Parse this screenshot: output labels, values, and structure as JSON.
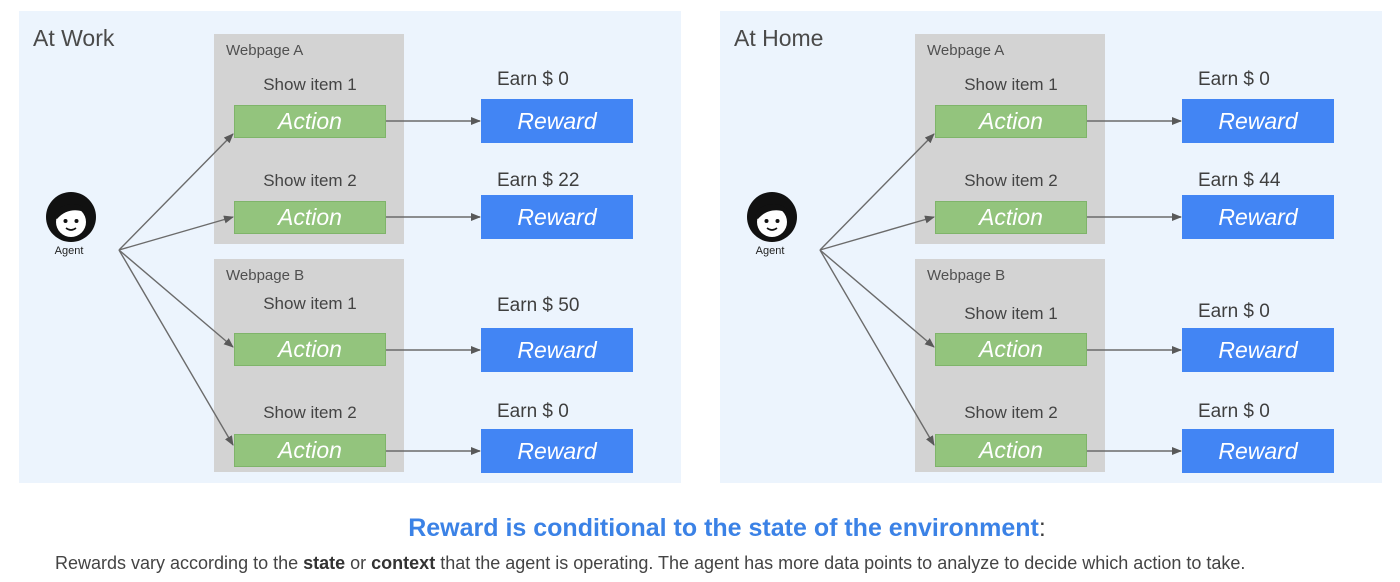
{
  "panels": [
    {
      "title": "At Work",
      "agent_label": "Agent",
      "webpages": [
        {
          "label": "Webpage A",
          "items": [
            {
              "show": "Show item 1",
              "action": "Action",
              "reward": "Reward",
              "earn": "Earn $ 0"
            },
            {
              "show": "Show item 2",
              "action": "Action",
              "reward": "Reward",
              "earn": "Earn $ 22"
            }
          ]
        },
        {
          "label": "Webpage B",
          "items": [
            {
              "show": "Show item 1",
              "action": "Action",
              "reward": "Reward",
              "earn": "Earn $ 50"
            },
            {
              "show": "Show item 2",
              "action": "Action",
              "reward": "Reward",
              "earn": "Earn $ 0"
            }
          ]
        }
      ]
    },
    {
      "title": "At Home",
      "agent_label": "Agent",
      "webpages": [
        {
          "label": "Webpage A",
          "items": [
            {
              "show": "Show item 1",
              "action": "Action",
              "reward": "Reward",
              "earn": "Earn $ 0"
            },
            {
              "show": "Show item 2",
              "action": "Action",
              "reward": "Reward",
              "earn": "Earn $ 44"
            }
          ]
        },
        {
          "label": "Webpage B",
          "items": [
            {
              "show": "Show item 1",
              "action": "Action",
              "reward": "Reward",
              "earn": "Earn $ 0"
            },
            {
              "show": "Show item 2",
              "action": "Action",
              "reward": "Reward",
              "earn": "Earn $ 0"
            }
          ]
        }
      ]
    }
  ],
  "caption": {
    "headline": "Reward is conditional to the state of the environment",
    "headline_colon": ":",
    "text_1": "Rewards vary according to the ",
    "bold_1": "state",
    "text_2": " or ",
    "bold_2": "context",
    "text_3": " that the agent is operating.  The agent has more data points to analyze to decide which action to take."
  },
  "colors": {
    "panel_bg": "#ecf4fd",
    "webpage_bg": "#d3d3d3",
    "action_green": "#93c47d",
    "reward_blue": "#4285f4",
    "headline_blue": "#3b82e6"
  }
}
